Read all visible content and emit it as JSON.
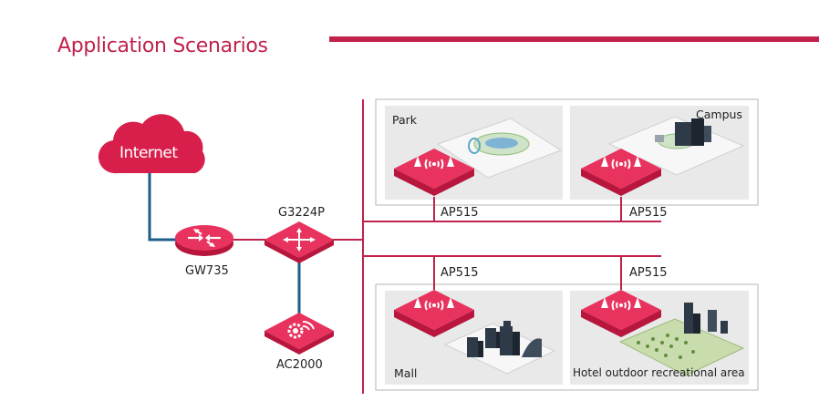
{
  "header": {
    "title": "Application Scenarios"
  },
  "network": {
    "internet": "Internet",
    "gateway": "GW735",
    "switch": "G3224P",
    "controller": "AC2000",
    "ap_park": "AP515",
    "ap_campus": "AP515",
    "ap_mall": "AP515",
    "ap_hotel": "AP515"
  },
  "scenes": {
    "park": "Park",
    "campus": "Campus",
    "mall": "Mall",
    "hotel": "Hotel outdoor recreational area"
  },
  "colors": {
    "brand": "#c0224b",
    "device": "#dd1f4f",
    "link_blue": "#1d5d8a",
    "scene_bg": "#e9e9e9",
    "frame": "#b5b5b5"
  }
}
